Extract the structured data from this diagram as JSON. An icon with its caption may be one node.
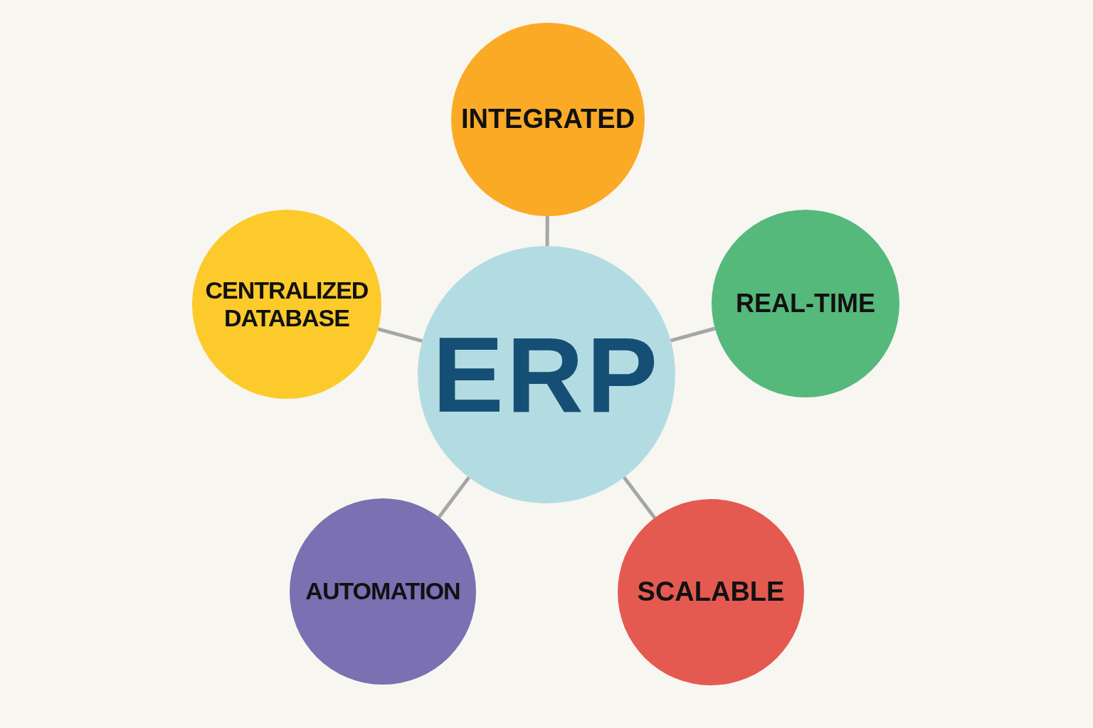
{
  "diagram": {
    "nodes": [
      {
        "text": [
          "ERP"
        ]
      },
      {
        "text": [
          "INTEGRATED"
        ]
      },
      {
        "text": [
          "CENTRALIZED DATABASE"
        ]
      },
      {
        "text": [
          "REAL-TIME"
        ]
      },
      {
        "text": [
          "AUTOMATION"
        ]
      },
      {
        "text": [
          "SCALABLE"
        ]
      }
    ],
    "edges": [
      {
        "from": 0,
        "to": 1,
        "arrow": "none"
      },
      {
        "from": 0,
        "to": 2,
        "arrow": "none"
      },
      {
        "from": 0,
        "to": 3,
        "arrow": "none"
      },
      {
        "from": 0,
        "to": 4,
        "arrow": "none"
      },
      {
        "from": 0,
        "to": 5,
        "arrow": "none"
      }
    ]
  }
}
